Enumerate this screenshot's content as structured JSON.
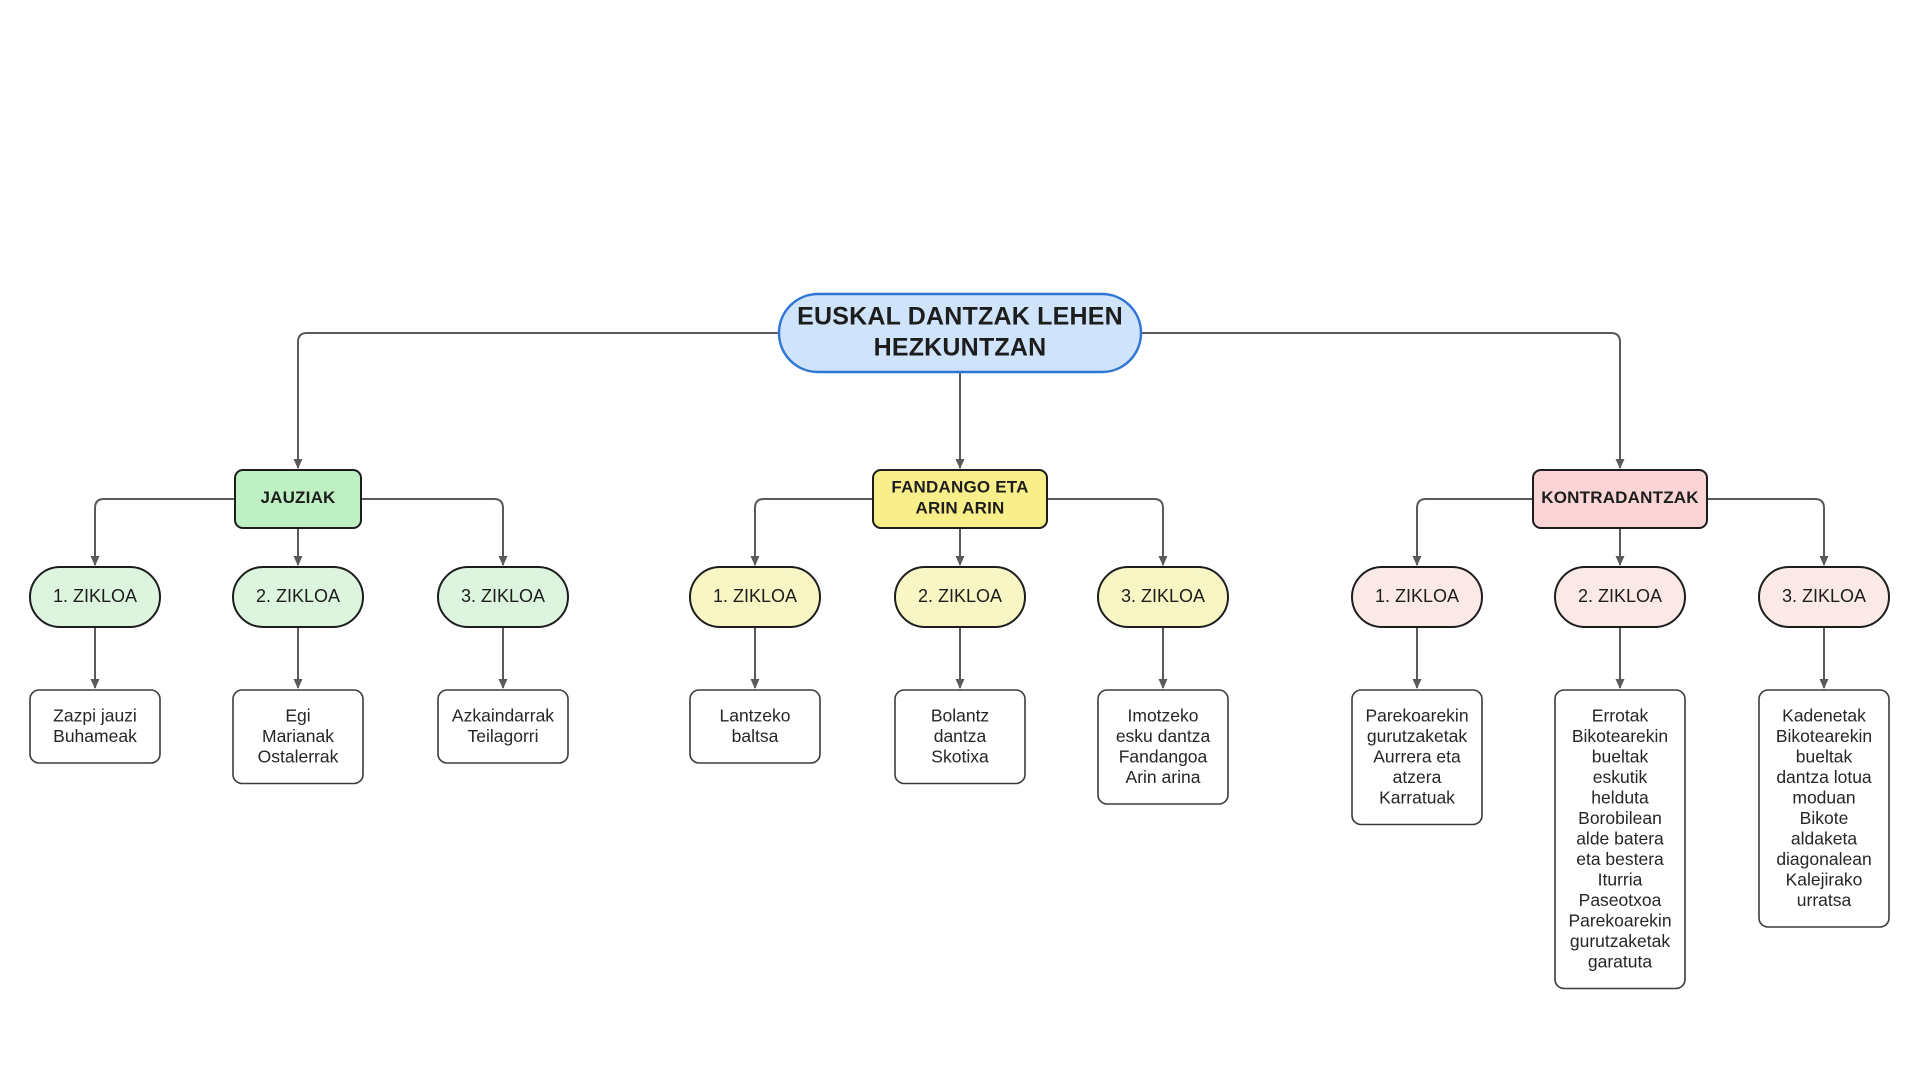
{
  "diagram": {
    "title": "EUSKAL DANTZAK LEHEN HEZKUNTZAN",
    "type": "hierarchy-tree",
    "background_color": "#ffffff",
    "edge_color": "#5a5a5a",
    "root": {
      "label_line1": "EUSKAL DANTZAK LEHEN",
      "label_line2": "HEZKUNTZAN",
      "shape": "rounded-pill",
      "fill": "#cfe3fb",
      "stroke": "#2e75d4",
      "text_color": "#1d1d1d"
    },
    "branches": [
      {
        "id": "jauziak",
        "label_line1": "JAUZIAK",
        "label_line2": "",
        "fill": "#bff0c4",
        "stroke": "#1d1d1d",
        "cycle_fill": "#ddf5de",
        "cycle_stroke": "#1d1d1d",
        "cycles": [
          {
            "label": "1. ZIKLOA",
            "leaf_lines": [
              "Zazpi jauzi",
              "Buhameak"
            ]
          },
          {
            "label": "2. ZIKLOA",
            "leaf_lines": [
              "Egi",
              "Marianak",
              "Ostalerrak"
            ]
          },
          {
            "label": "3. ZIKLOA",
            "leaf_lines": [
              "Azkaindarrak",
              "Teilagorri"
            ]
          }
        ]
      },
      {
        "id": "fandango-eta-arin-arin",
        "label_line1": "FANDANGO ETA",
        "label_line2": "ARIN ARIN",
        "fill": "#f8ee8a",
        "stroke": "#1d1d1d",
        "cycle_fill": "#f7f6c4",
        "cycle_stroke": "#1d1d1d",
        "cycles": [
          {
            "label": "1. ZIKLOA",
            "leaf_lines": [
              "Lantzeko",
              "baltsa"
            ]
          },
          {
            "label": "2. ZIKLOA",
            "leaf_lines": [
              "Bolantz",
              "dantza",
              "Skotixa"
            ]
          },
          {
            "label": "3. ZIKLOA",
            "leaf_lines": [
              "Imotzeko",
              "esku dantza",
              "Fandangoa",
              "Arin arina"
            ]
          }
        ]
      },
      {
        "id": "kontradantzak",
        "label_line1": "KONTRADANTZAK",
        "label_line2": "",
        "fill": "#fbd4d6",
        "stroke": "#1d1d1d",
        "cycle_fill": "#fbe9e7",
        "cycle_stroke": "#1d1d1d",
        "cycles": [
          {
            "label": "1. ZIKLOA",
            "leaf_lines": [
              "Parekoarekin",
              "gurutzaketak",
              "Aurrera eta",
              "atzera",
              "Karratuak"
            ]
          },
          {
            "label": "2. ZIKLOA",
            "leaf_lines": [
              "Errotak",
              "Bikotearekin",
              "bueltak",
              "eskutik",
              "helduta",
              "Borobilean",
              "alde batera",
              "eta bestera",
              "Iturria",
              "Paseotxoa",
              "Parekoarekin",
              "gurutzaketak",
              "garatuta"
            ]
          },
          {
            "label": "3. ZIKLOA",
            "leaf_lines": [
              "Kadenetak",
              "Bikotearekin",
              "bueltak",
              "dantza lotua",
              "moduan",
              "Bikote",
              "aldaketa",
              "diagonalean",
              "Kalejirako",
              "urratsa"
            ]
          }
        ]
      }
    ]
  }
}
